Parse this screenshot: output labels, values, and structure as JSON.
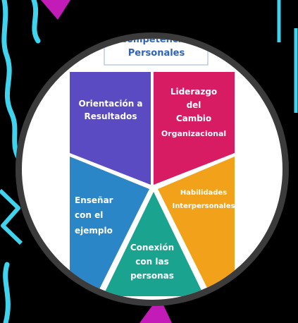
{
  "diagram": {
    "title_lines": [
      "Competencias",
      "Personales"
    ],
    "segments": [
      {
        "id": "orientacion",
        "lines": [
          "Orientación a",
          "Resultados"
        ],
        "color": "#5b4bc3"
      },
      {
        "id": "liderazgo",
        "lines": [
          "Liderazgo",
          "del",
          "Cambio",
          "Organizacional"
        ],
        "color": "#d81c63"
      },
      {
        "id": "habilidades",
        "lines": [
          "Habilidades",
          "Interpersonales"
        ],
        "color": "#f2a11a"
      },
      {
        "id": "conexion",
        "lines": [
          "Conexión",
          "con las",
          "personas"
        ],
        "color": "#1aa38f"
      },
      {
        "id": "ensenar",
        "lines": [
          "Enseñar",
          "con el",
          "ejemplo"
        ],
        "color": "#2a86c7"
      }
    ]
  },
  "colors": {
    "background": "#000000",
    "frame_ring": "#3b3b3b",
    "frame_inner": "#ffffff",
    "decor_cyan": "#3fd3ee",
    "decor_magenta": "#c21bb7",
    "title_text": "#2f63b9",
    "title_border": "#b9cbe6"
  }
}
